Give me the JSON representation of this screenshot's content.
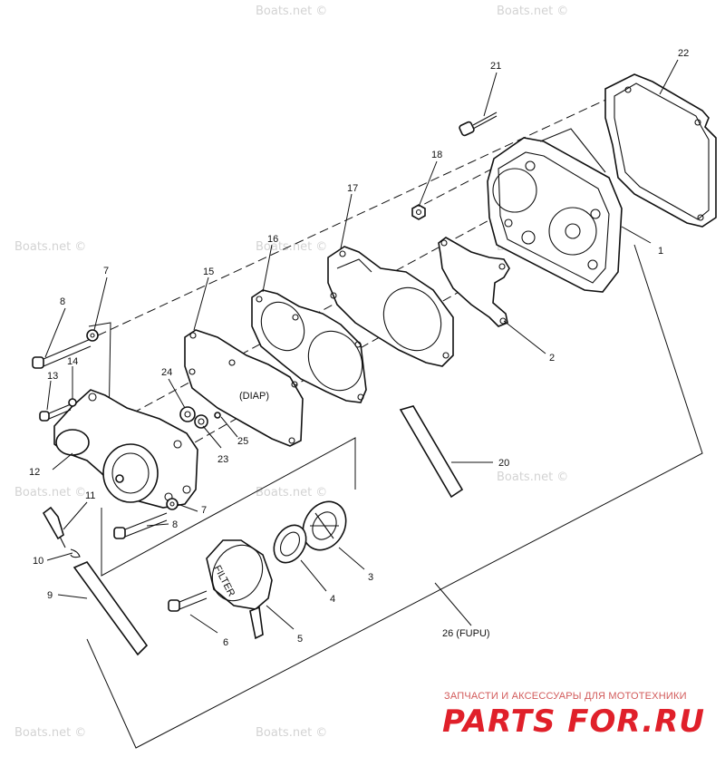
{
  "watermark": "Boats.net ©",
  "labels": {
    "p1": "1",
    "p2": "2",
    "p3": "3",
    "p4": "4",
    "p5": "5",
    "p6": "6",
    "p7a": "7",
    "p7b": "7",
    "p8a": "8",
    "p8b": "8",
    "p9": "9",
    "p10": "10",
    "p11": "11",
    "p12": "12",
    "p13": "13",
    "p14": "14",
    "p15": "15",
    "p16": "16",
    "p17": "17",
    "p18": "18",
    "p20": "20",
    "p21": "21",
    "p22": "22",
    "p23": "23",
    "p24": "24",
    "p25": "25",
    "p26": "26 (FUPU)",
    "diap": "(DIAP)",
    "filter": "FILTER"
  },
  "footer": {
    "subtitle": "ЗАПЧАСТИ И АКСЕССУАРЫ ДЛЯ МОТОТЕХНИКИ",
    "logo": "PARTS FOR.RU"
  },
  "colors": {
    "ink": "#111111",
    "watermark": "#d3d3d3",
    "logo": "#e0202a"
  }
}
